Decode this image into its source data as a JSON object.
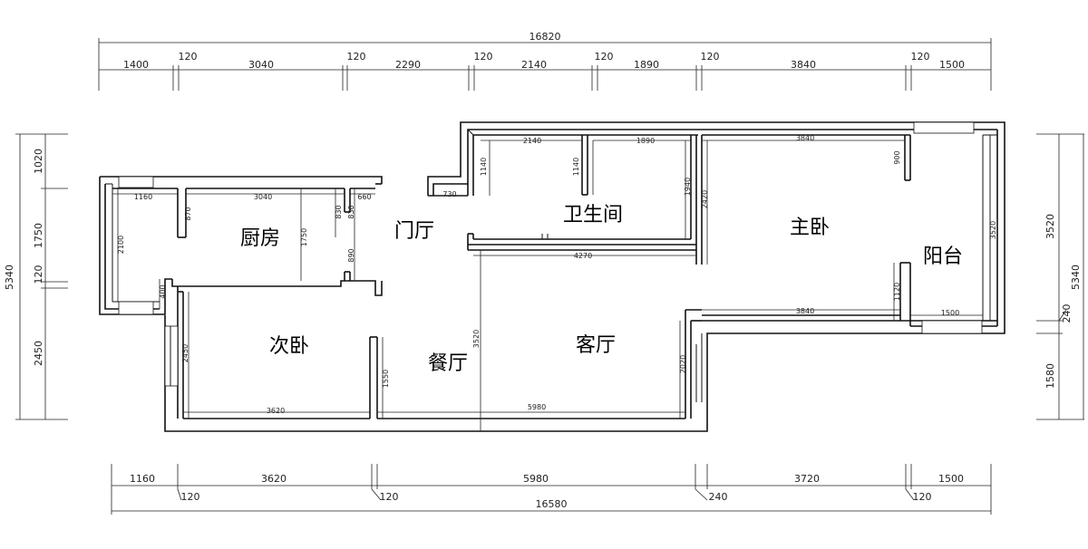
{
  "rooms": {
    "kitchen": "厨房",
    "foyer": "门厅",
    "bathroom": "卫生间",
    "master_bedroom": "主卧",
    "balcony": "阳台",
    "second_bedroom": "次卧",
    "dining": "餐厅",
    "living": "客厅"
  },
  "top_dims": {
    "total": "16820",
    "segments": [
      "1400",
      "120",
      "3040",
      "120",
      "2290",
      "120",
      "2140",
      "120",
      "1890",
      "120",
      "3840",
      "120",
      "1500"
    ]
  },
  "bottom_dims": {
    "total": "16580",
    "segments": [
      "1160",
      "120",
      "3620",
      "120",
      "5980",
      "240",
      "3720",
      "120",
      "1500"
    ]
  },
  "left_dims": {
    "total": "5340",
    "segments": [
      "1020",
      "1750",
      "120",
      "2450"
    ]
  },
  "right_dims": {
    "total": "5340",
    "segments": [
      "3520",
      "240",
      "1580"
    ]
  },
  "inner_dims": {
    "k_1160": "1160",
    "k_3040": "3040",
    "k_660": "660",
    "k_2100": "2100",
    "k_870": "870",
    "k_1750": "1750",
    "k_830a": "830",
    "k_830b": "830",
    "k_890": "890",
    "k_400": "400",
    "f_730": "730",
    "f_1140a": "1140",
    "b_2140": "2140",
    "b_1140b": "1140",
    "b_1890": "1890",
    "b_1940": "1940",
    "b_4270": "4270",
    "m_2420": "2420",
    "m_3840a": "3840",
    "m_900": "900",
    "m_3520": "3520",
    "m_1120": "1120",
    "m_3840b": "3840",
    "m_1500": "1500",
    "s_2450": "2450",
    "s_3620": "3620",
    "s_1550": "1550",
    "l_3520": "3520",
    "l_5980": "5980",
    "l_2020": "2020"
  }
}
